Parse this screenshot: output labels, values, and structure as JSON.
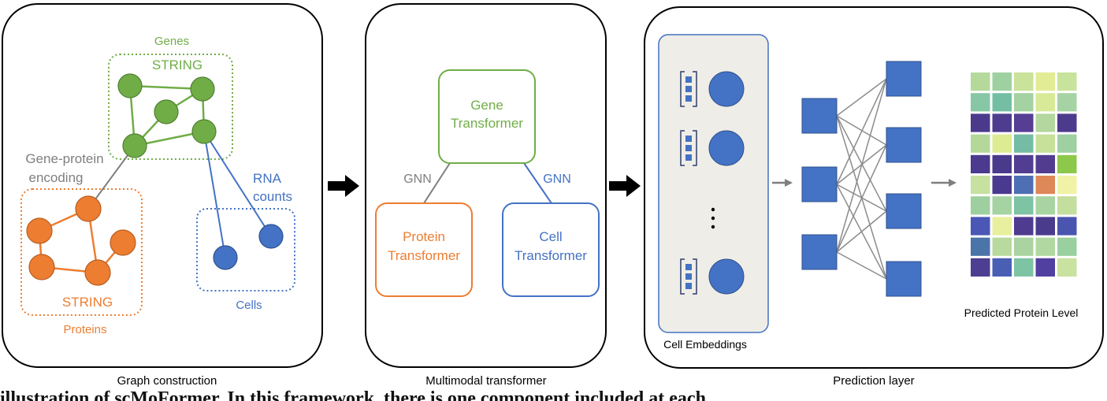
{
  "colors": {
    "green": "#70AD47",
    "orange": "#ED7D31",
    "blue": "#4472C4",
    "gray": "#7F7F7F",
    "panel_border": "#000000",
    "embed_bg": "#EFEDE7"
  },
  "panel1": {
    "caption": "Graph construction",
    "genes_label": "Genes",
    "genes_string": "STRING",
    "encoding_label_line1": "Gene-protein",
    "encoding_label_line2": "encoding",
    "rna_line1": "RNA",
    "rna_line2": "counts",
    "proteins_string": "STRING",
    "proteins_label": "Proteins",
    "cells_label": "Cells"
  },
  "panel2": {
    "caption": "Multimodal transformer",
    "gene_line1": "Gene",
    "gene_line2": "Transformer",
    "gnn_left": "GNN",
    "gnn_right": "GNN",
    "protein_line1": "Protein",
    "protein_line2": "Transformer",
    "cell_line1": "Cell",
    "cell_line2": "Transformer"
  },
  "panel3": {
    "caption": "Prediction layer",
    "embeddings_label": "Cell Embeddings",
    "output_label": "Predicted Protein Level",
    "heatmap": [
      [
        "#B5D99A",
        "#9FD1A0",
        "#C9E39A",
        "#E2EC94",
        "#C8E39B"
      ],
      [
        "#88C7A5",
        "#74BFA3",
        "#A4D2A2",
        "#D8EA98",
        "#A6D3A3"
      ],
      [
        "#4B3A8C",
        "#4E3C8E",
        "#553E93",
        "#B3D79E",
        "#4C3B8D"
      ],
      [
        "#B3D899",
        "#DDEB93",
        "#74BCA3",
        "#C7E09A",
        "#9ED0A2"
      ],
      [
        "#4B3A8E",
        "#4A3A8C",
        "#513D91",
        "#523C90",
        "#8CC84A"
      ],
      [
        "#C6E1A0",
        "#4A3A8F",
        "#4E6FB3",
        "#DE8757",
        "#F0F2A6"
      ],
      [
        "#9ECF9F",
        "#A5D3A1",
        "#7EC3A3",
        "#A8D4A1",
        "#C3DE9D"
      ],
      [
        "#4A57B6",
        "#E8F09E",
        "#4F3C90",
        "#4A3B8D",
        "#4A55B0"
      ],
      [
        "#4B74A8",
        "#B8DA9E",
        "#A9D3A0",
        "#B1D8A0",
        "#9ACFA0"
      ],
      [
        "#4E3E92",
        "#4A5FB4",
        "#7FC3A5",
        "#5140A0",
        "#C9E2A0"
      ]
    ]
  },
  "caption_text": "illustration of scMoFormer. In this framework, there is one component included at each"
}
